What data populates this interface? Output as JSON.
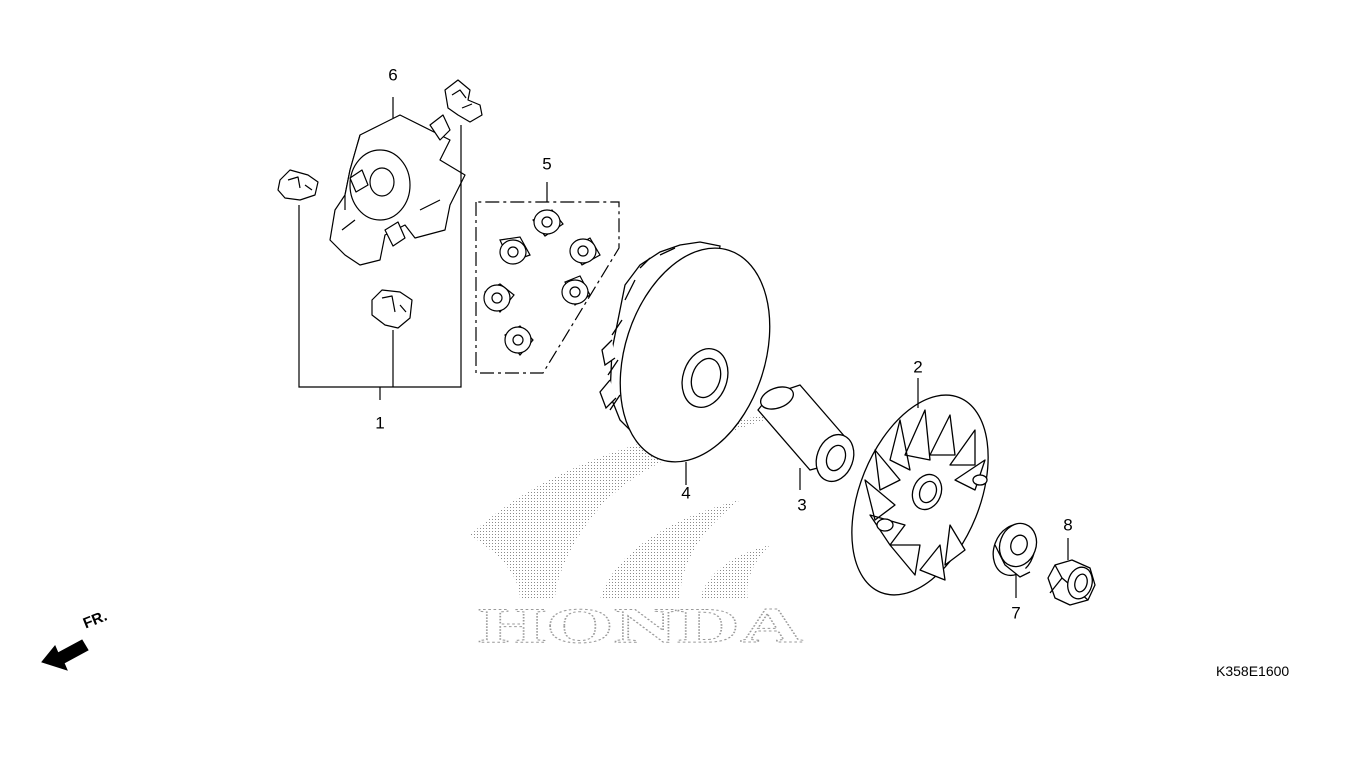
{
  "callouts": {
    "c1": "1",
    "c2": "2",
    "c3": "3",
    "c4": "4",
    "c5": "5",
    "c6": "6",
    "c7": "7",
    "c8": "8"
  },
  "diagram_code": "K358E1600",
  "front_indicator": {
    "label": "FR.",
    "icon": "arrow-icon"
  },
  "watermark": {
    "text": "HONDA",
    "icon": "honda-wing-logo"
  },
  "colors": {
    "line": "#000000",
    "fill": "#ffffff",
    "watermark": "#9a9a9a"
  }
}
